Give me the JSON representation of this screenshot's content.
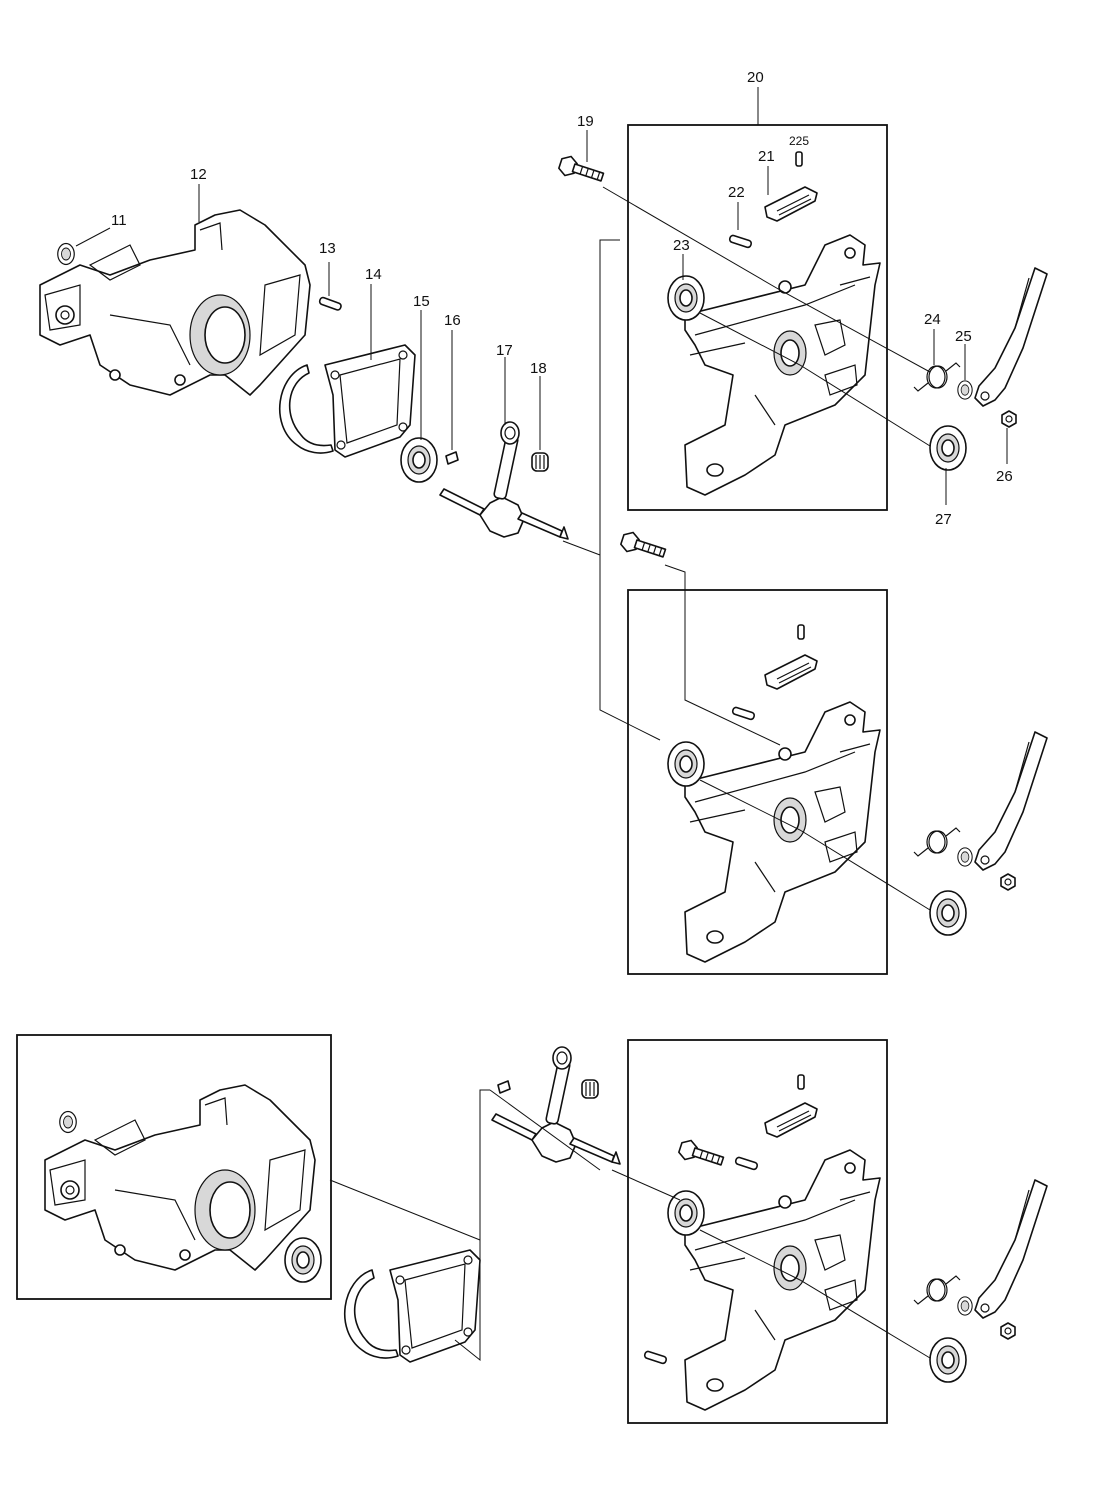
{
  "diagram": {
    "callouts": {
      "c11": "11",
      "c12": "12",
      "c13": "13",
      "c14": "14",
      "c15": "15",
      "c16": "16",
      "c17": "17",
      "c18": "18",
      "c19": "19",
      "c20": "20",
      "c21": "21",
      "c22": "22",
      "c23": "23",
      "c24": "24",
      "c25": "25",
      "c26": "26",
      "c27": "27",
      "c225": "225"
    }
  }
}
